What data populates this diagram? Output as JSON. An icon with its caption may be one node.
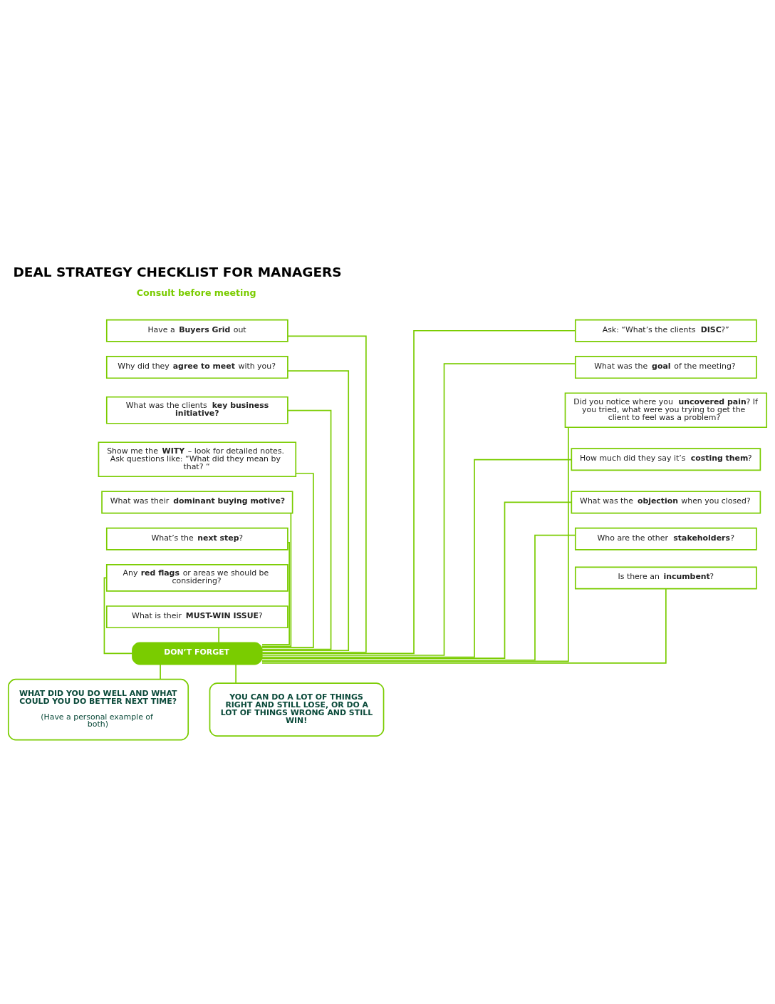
{
  "diagram": {
    "title": "DEAL STRATEGY CHECKLIST FOR MANAGERS",
    "nodes": [
      {
        "text": [
          "Have a **Buyers Grid** out"
        ]
      },
      {
        "text": [
          "Why did they **agree to meet** with you?"
        ]
      },
      {
        "text": [
          "What was the clients **key business initiative?**"
        ]
      },
      {
        "text": [
          "Show me the **WITY** – look for detailed notes. Ask questions like: “What did they mean by that? “"
        ]
      },
      {
        "text": [
          "What was their **dominant buying motive?**"
        ]
      },
      {
        "text": [
          "What’s the **next step**?"
        ]
      },
      {
        "text": [
          "Any **red flags** or areas we should be considering?"
        ]
      },
      {
        "text": [
          "What is their **MUST-WIN ISSUE**?"
        ]
      },
      {
        "text": [
          "Ask: “What’s the clients **DISC**?”"
        ]
      },
      {
        "text": [
          "What was the **goal** of the meeting?"
        ]
      },
      {
        "text": [
          "Did you notice where you **uncovered pain**? If you tried, what were you trying to get the client to feel was a problem?"
        ]
      },
      {
        "text": [
          "How much did they say it’s **costing them**?"
        ]
      },
      {
        "text": [
          "What was the **objection** when you closed?"
        ]
      },
      {
        "text": [
          "Who are the other **stakeholders**?"
        ]
      },
      {
        "text": [
          "Is there an **incumbent**?"
        ]
      },
      {
        "text": [
          "DON’T FORGET"
        ]
      },
      {
        "text": [
          "WHAT DID YOU DO WELL AND WHAT COULD YOU DO BETTER NEXT TIME?",
          "(Have a personal example of both)"
        ]
      },
      {
        "text": [
          "YOU CAN DO A LOT OF THINGS RIGHT AND STILL LOSE, OR DO A LOT OF THINGS WRONG AND STILL WIN!"
        ]
      }
    ],
    "edges": [
      {
        "from": 0,
        "to": 15,
        "arrow": "none"
      },
      {
        "from": 1,
        "to": 15,
        "arrow": "none"
      },
      {
        "from": 2,
        "to": 15,
        "arrow": "none"
      },
      {
        "from": 3,
        "to": 15,
        "arrow": "none"
      },
      {
        "from": 4,
        "to": 15,
        "arrow": "none"
      },
      {
        "from": 5,
        "to": 15,
        "arrow": "none"
      },
      {
        "from": 6,
        "to": 15,
        "arrow": "none"
      },
      {
        "from": 7,
        "to": 15,
        "arrow": "none"
      },
      {
        "from": 8,
        "to": 15,
        "arrow": "none"
      },
      {
        "from": 9,
        "to": 15,
        "arrow": "none"
      },
      {
        "from": 10,
        "to": 15,
        "arrow": "none"
      },
      {
        "from": 11,
        "to": 15,
        "arrow": "none"
      },
      {
        "from": 12,
        "to": 15,
        "arrow": "none"
      },
      {
        "from": 13,
        "to": 15,
        "arrow": "none"
      },
      {
        "from": 14,
        "to": 15,
        "arrow": "none"
      },
      {
        "from": 15,
        "to": 16,
        "arrow": "none"
      },
      {
        "from": 15,
        "to": 17,
        "arrow": "none"
      }
    ],
    "labels": [
      "Consult before meeting"
    ]
  }
}
